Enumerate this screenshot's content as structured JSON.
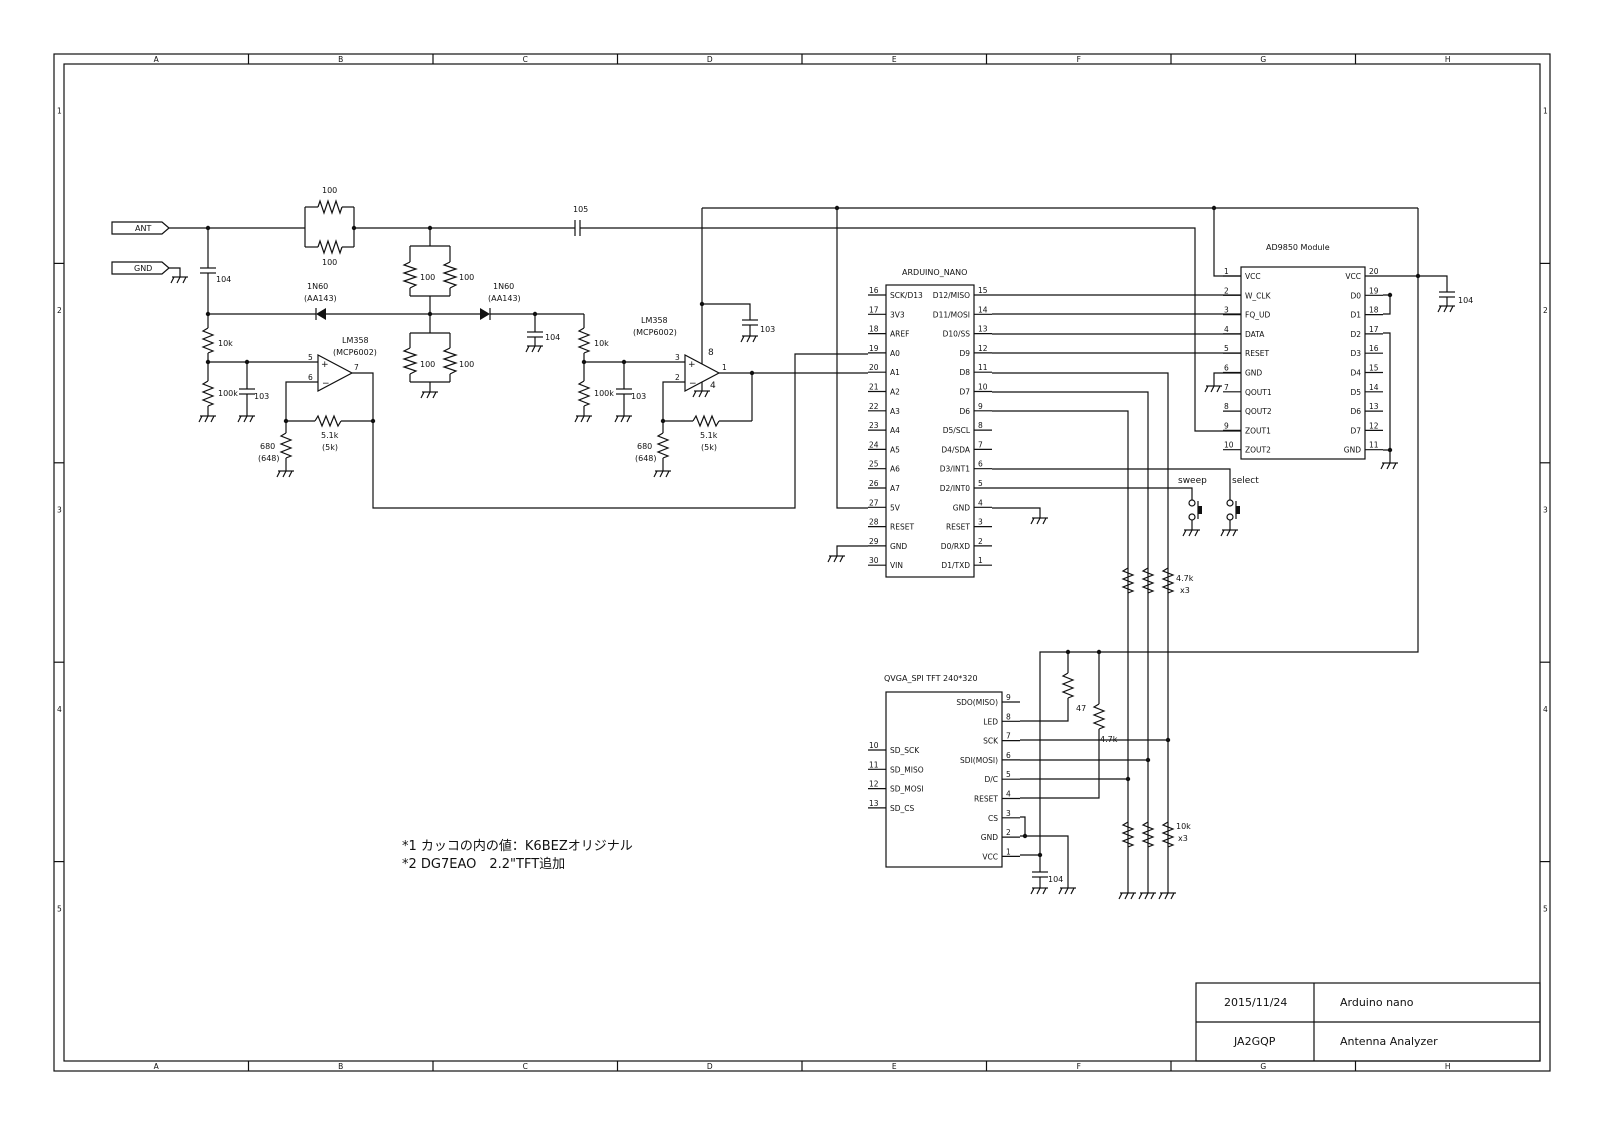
{
  "frame": {
    "columns": [
      "A",
      "B",
      "C",
      "D",
      "E",
      "F",
      "G",
      "H"
    ],
    "rows": [
      "1",
      "2",
      "3",
      "4",
      "5"
    ]
  },
  "ports": {
    "ant": "ANT",
    "gnd": "GND"
  },
  "front_end": {
    "r_input_top": "100",
    "r_input_bottom": "100",
    "c_input": "105",
    "c_ant": "104",
    "r_bridge": [
      "100",
      "100",
      "100",
      "100"
    ],
    "diode1": {
      "part": "1N60",
      "alt": "(AA143)"
    },
    "diode2": {
      "part": "1N60",
      "alt": "(AA143)"
    },
    "c_det": "104",
    "r_div1": "10k",
    "r_div1_low": "100k",
    "c_div1": "103",
    "r_div2": "10k",
    "r_div2_low": "100k",
    "c_div2": "103",
    "c_bypass": "103"
  },
  "opamp1": {
    "part": "LM358",
    "alt": "(MCP6002)",
    "pins": {
      "in_plus": "5",
      "in_minus": "6",
      "out": "7"
    },
    "r_fb": "5.1k",
    "r_fb_alt": "(5k)",
    "r_gnd": "680",
    "r_gnd_alt": "(648)"
  },
  "opamp2": {
    "part": "LM358",
    "alt": "(MCP6002)",
    "pins": {
      "in_plus": "3",
      "in_minus": "2",
      "out": "1",
      "vcc": "8",
      "gnd": "4"
    },
    "r_fb": "5.1k",
    "r_fb_alt": "(5k)",
    "r_gnd": "680",
    "r_gnd_alt": "(648)"
  },
  "arduino": {
    "title": "ARDUINO_NANO",
    "left_pins": [
      {
        "num": "16",
        "name": "SCK/D13"
      },
      {
        "num": "17",
        "name": "3V3"
      },
      {
        "num": "18",
        "name": "AREF"
      },
      {
        "num": "19",
        "name": "A0"
      },
      {
        "num": "20",
        "name": "A1"
      },
      {
        "num": "21",
        "name": "A2"
      },
      {
        "num": "22",
        "name": "A3"
      },
      {
        "num": "23",
        "name": "A4"
      },
      {
        "num": "24",
        "name": "A5"
      },
      {
        "num": "25",
        "name": "A6"
      },
      {
        "num": "26",
        "name": "A7"
      },
      {
        "num": "27",
        "name": "5V"
      },
      {
        "num": "28",
        "name": "RESET"
      },
      {
        "num": "29",
        "name": "GND"
      },
      {
        "num": "30",
        "name": "VIN"
      }
    ],
    "right_pins": [
      {
        "num": "15",
        "name": "D12/MISO"
      },
      {
        "num": "14",
        "name": "D11/MOSI"
      },
      {
        "num": "13",
        "name": "D10/SS"
      },
      {
        "num": "12",
        "name": "D9"
      },
      {
        "num": "11",
        "name": "D8"
      },
      {
        "num": "10",
        "name": "D7"
      },
      {
        "num": "9",
        "name": "D6"
      },
      {
        "num": "8",
        "name": "D5/SCL"
      },
      {
        "num": "7",
        "name": "D4/SDA"
      },
      {
        "num": "6",
        "name": "D3/INT1"
      },
      {
        "num": "5",
        "name": "D2/INT0"
      },
      {
        "num": "4",
        "name": "GND"
      },
      {
        "num": "3",
        "name": "RESET"
      },
      {
        "num": "2",
        "name": "D0/RXD"
      },
      {
        "num": "1",
        "name": "D1/TXD"
      }
    ]
  },
  "ad9850": {
    "title": "AD9850 Module",
    "left_pins": [
      {
        "num": "1",
        "name": "VCC"
      },
      {
        "num": "2",
        "name": "W_CLK"
      },
      {
        "num": "3",
        "name": "FQ_UD"
      },
      {
        "num": "4",
        "name": "DATA"
      },
      {
        "num": "5",
        "name": "RESET"
      },
      {
        "num": "6",
        "name": "GND"
      },
      {
        "num": "7",
        "name": "QOUT1"
      },
      {
        "num": "8",
        "name": "QOUT2"
      },
      {
        "num": "9",
        "name": "ZOUT1"
      },
      {
        "num": "10",
        "name": "ZOUT2"
      }
    ],
    "right_pins": [
      {
        "num": "20",
        "name": "VCC"
      },
      {
        "num": "19",
        "name": "D0"
      },
      {
        "num": "18",
        "name": "D1"
      },
      {
        "num": "17",
        "name": "D2"
      },
      {
        "num": "16",
        "name": "D3"
      },
      {
        "num": "15",
        "name": "D4"
      },
      {
        "num": "14",
        "name": "D5"
      },
      {
        "num": "13",
        "name": "D6"
      },
      {
        "num": "12",
        "name": "D7"
      },
      {
        "num": "11",
        "name": "GND"
      }
    ],
    "c_vcc": "104"
  },
  "switches": {
    "sweep": "sweep",
    "select": "select"
  },
  "pullups": {
    "value": "4.7k",
    "count": "x3"
  },
  "pulldowns": {
    "value": "10k",
    "count": "x3"
  },
  "tft": {
    "title": "QVGA_SPI TFT 240*320",
    "left_pins": [
      {
        "num": "10",
        "name": "SD_SCK"
      },
      {
        "num": "11",
        "name": "SD_MISO"
      },
      {
        "num": "12",
        "name": "SD_MOSI"
      },
      {
        "num": "13",
        "name": "SD_CS"
      }
    ],
    "right_pins": [
      {
        "num": "9",
        "name": "SDO(MISO)"
      },
      {
        "num": "8",
        "name": "LED"
      },
      {
        "num": "7",
        "name": "SCK"
      },
      {
        "num": "6",
        "name": "SDI(MOSI)"
      },
      {
        "num": "5",
        "name": "D/C"
      },
      {
        "num": "4",
        "name": "RESET"
      },
      {
        "num": "3",
        "name": "CS"
      },
      {
        "num": "2",
        "name": "GND"
      },
      {
        "num": "1",
        "name": "VCC"
      }
    ],
    "r_led": "47",
    "r_reset": "4.7k",
    "c_vcc": "104"
  },
  "notes": [
    "*1 カッコの内の値：K6BEZオリジナル",
    "*2 DG7EAO　2.2\"TFT追加"
  ],
  "title_block": {
    "date": "2015/11/24",
    "author": "JA2GQP",
    "subtitle": "Arduino nano",
    "title": "Antenna Analyzer"
  }
}
